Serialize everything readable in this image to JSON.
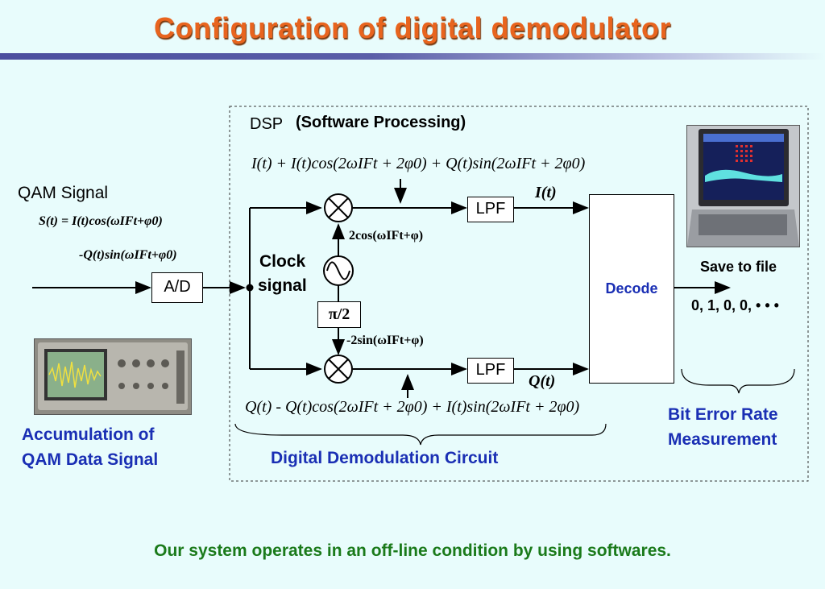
{
  "title": "Configuration of digital demodulator",
  "qam": {
    "label": "QAM Signal",
    "eq_line1": "S(t) = I(t)cos(ωIFt+φ0)",
    "eq_line2": "-Q(t)sin(ωIFt+φ0)"
  },
  "ad_label": "A/D",
  "dsp": {
    "label": "DSP",
    "sublabel": "(Software Processing)",
    "eq_top": "I(t) + I(t)cos(2ωIFt + 2φ0) + Q(t)sin(2ωIFt + 2φ0)",
    "eq_bottom": "Q(t) - Q(t)cos(2ωIFt + 2φ0) + I(t)sin(2ωIFt + 2φ0)",
    "lpf_top": "LPF",
    "lpf_bottom": "LPF",
    "i_out": "I(t)",
    "q_out": "Q(t)",
    "osc_top": "2cos(ωIFt+φ)",
    "osc_bottom": "-2sin(ωIFt+φ)",
    "phase_shift": "π/2",
    "clock_label_1": "Clock",
    "clock_label_2": "signal",
    "decode": "Decode",
    "circuit_label": "Digital Demodulation Circuit"
  },
  "output": {
    "save_label": "Save to file",
    "bits": "0, 1, 0, 0, • • •",
    "ber_1": "Bit Error Rate",
    "ber_2": "Measurement"
  },
  "accumulation": {
    "line1": "Accumulation of",
    "line2": "QAM Data Signal"
  },
  "footer": "Our system operates in an off-line condition by using softwares.",
  "colors": {
    "title": "#e8641e",
    "blue_text": "#1a2fb4",
    "green_text": "#1a7a1a",
    "background": "#e8fcfc"
  }
}
